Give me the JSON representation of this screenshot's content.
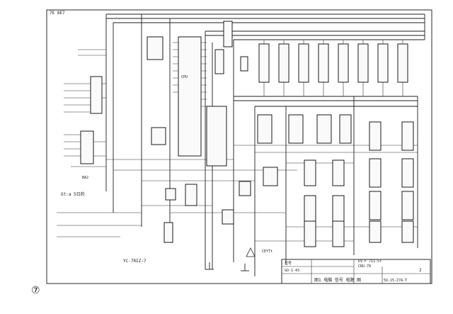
{
  "title_block": {
    "lines": [
      "图1 电脑 信号 电路 图",
      "型号",
      "GO-1-43",
      "5U-15-Z7A-T"
    ],
    "sheet_no": "2"
  },
  "labels": {
    "top_left_code": "7E 8E7",
    "left_note_1": "Gt:a 5日的",
    "left_note_2": "BA2",
    "lower_note": "YC-7RIZ-7",
    "right_note_1": "EV-F 711-5r",
    "right_note_2": "CRU-70",
    "mid_note": "CEYTt"
  },
  "page_number": "⑦",
  "colors": {
    "ink": "#1c1c1c",
    "paper": "#ffffff"
  }
}
